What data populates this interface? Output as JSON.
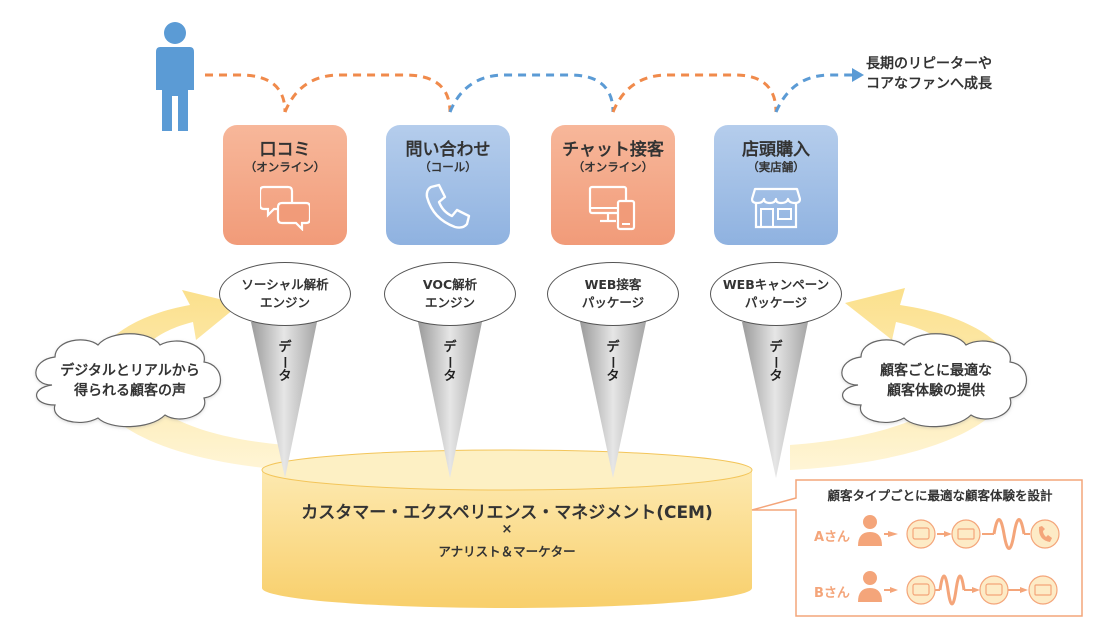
{
  "growth_label": {
    "line1": "長期のリピーターや",
    "line2": "コアなファンへ成長"
  },
  "touchpoints": [
    {
      "title": "口コミ",
      "sub": "（オンライン）",
      "icon": "chat-bubbles-icon",
      "engine_line1": "ソーシャル解析",
      "engine_line2": "エンジン",
      "data_label": [
        "デ",
        "ー",
        "タ"
      ]
    },
    {
      "title": "問い合わせ",
      "sub": "（コール）",
      "icon": "phone-icon",
      "engine_line1": "VOC解析",
      "engine_line2": "エンジン",
      "data_label": [
        "デ",
        "ー",
        "タ"
      ]
    },
    {
      "title": "チャット接客",
      "sub": "（オンライン）",
      "icon": "devices-icon",
      "engine_line1": "WEB接客",
      "engine_line2": "パッケージ",
      "data_label": [
        "デ",
        "ー",
        "タ"
      ]
    },
    {
      "title": "店頭購入",
      "sub": "（実店舗）",
      "icon": "storefront-icon",
      "engine_line1": "WEBキャンペーン",
      "engine_line2": "パッケージ",
      "data_label": [
        "デ",
        "ー",
        "タ"
      ]
    }
  ],
  "left_cloud": {
    "line1": "デジタルとリアルから",
    "line2": "得られる顧客の声"
  },
  "right_cloud": {
    "line1": "顧客ごとに最適な",
    "line2": "顧客体験の提供"
  },
  "cem": {
    "title": "カスタマー・エクスペリエンス・マネジメント(CEM)",
    "times": "×",
    "sub": "アナリスト＆マーケター"
  },
  "callout": {
    "title": "顧客タイプごとに最適な顧客体験を設計",
    "persona_a": "Aさん",
    "persona_b": "Bさん"
  },
  "colors": {
    "orange": "#f19b79",
    "blue": "#8fb2e0",
    "dash_orange": "#f08a4b",
    "dash_blue": "#5b9bd5",
    "person": "#5b9bd5",
    "arrow_yellow": "#fbe08c",
    "callout_border": "#f4a57a"
  }
}
